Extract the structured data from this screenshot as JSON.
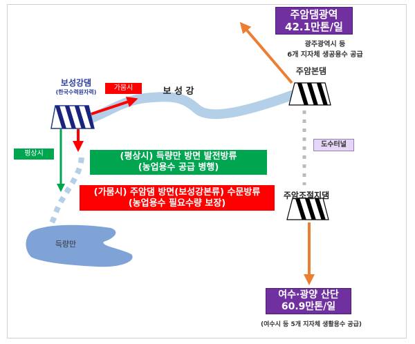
{
  "top_box": {
    "line1": "주암댐광역",
    "line2": "42.1만톤/일"
  },
  "top_caption": {
    "line1": "광주광역시 등",
    "line2": "6개 지자체 생공용수 공급"
  },
  "main_dam": {
    "label": "주암본댐"
  },
  "tunnel": {
    "label": "도수터널"
  },
  "regulating_dam": {
    "label": "주암조절지댐"
  },
  "bottom_box": {
    "line1": "여수·광양 산단",
    "line2": "60.9만톤/일"
  },
  "bottom_caption": "(여수시 등 5개 지자체 생활용수 공급)",
  "boseong_dam": {
    "label": "보성강댐",
    "sub": "(한국수력원자력)"
  },
  "drought_tag": "가뭄시",
  "normal_tag": "평상시",
  "river_label": "보 성 강",
  "green_box": {
    "line1": "(평상시) 득량만 방면 발전방류",
    "line2": "(농업용수 공급 병행)"
  },
  "red_box": {
    "line1": "(가뭄시) 주암댐 방면(보성강본류) 수문방류",
    "line2": "(농업용수 필요수량 보장)"
  },
  "bay_label": "득량만",
  "colors": {
    "purple": "#7030a0",
    "green": "#00a550",
    "red": "#ff0000",
    "orange": "#ed7d31",
    "river": "#b4cfe8",
    "bay": "#7fa3d6"
  }
}
